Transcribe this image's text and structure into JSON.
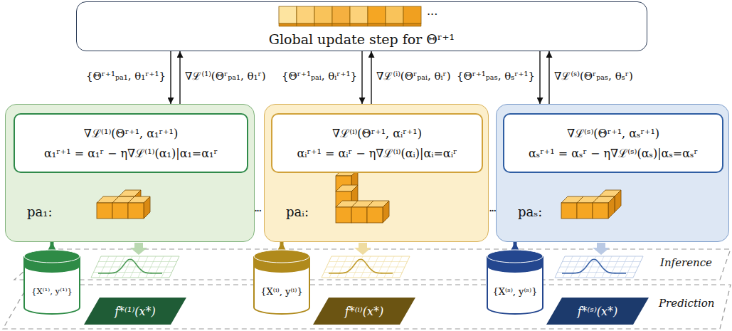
{
  "diagram": {
    "nodes": [
      {
        "text": [
          "Global update step for Θʳ⁺¹"
        ]
      },
      {
        "text": [
          "pa₁:"
        ]
      },
      {
        "text": [
          "∇ℒ⁽¹⁾(Θʳ⁺¹, α₁ʳ⁺¹)",
          "α₁ʳ⁺¹ = α₁ʳ − η∇ℒ⁽¹⁾(α₁)|α₁=α₁ʳ"
        ],
        "in": 1
      },
      {
        "text": [
          "paᵢ:"
        ]
      },
      {
        "text": [
          "∇ℒ⁽ⁱ⁾(Θʳ⁺¹, αᵢʳ⁺¹)",
          "αᵢʳ⁺¹ = αᵢʳ − η∇ℒ⁽ⁱ⁾(αᵢ)|αᵢ=αᵢʳ"
        ],
        "in": 3
      },
      {
        "text": [
          "paₛ:"
        ]
      },
      {
        "text": [
          "∇ℒ⁽ˢ⁾(Θʳ⁺¹, αₛʳ⁺¹)",
          "αₛʳ⁺¹ = αₛʳ − η∇ℒ⁽ˢ⁾(αₛ)|αₛ=αₛʳ"
        ],
        "in": 5
      },
      {
        "text": [
          "{X⁽¹⁾, y⁽¹⁾}"
        ]
      },
      {
        "text": [
          "{X⁽ⁱ⁾, y⁽ⁱ⁾}"
        ]
      },
      {
        "text": [
          "{X⁽ˢ⁾, y⁽ˢ⁾}"
        ]
      },
      {
        "text": [
          "f*⁽¹⁾(x*)"
        ]
      },
      {
        "text": [
          "f*⁽ⁱ⁾(x*)"
        ]
      },
      {
        "text": [
          "f*⁽ˢ⁾(x*)"
        ]
      }
    ],
    "edges": [
      {
        "from": 1,
        "to": 0,
        "arrow": "to",
        "label": "∇ℒ⁽¹⁾(Θʳₚₐ₁, θ₁ʳ)"
      },
      {
        "from": 0,
        "to": 1,
        "arrow": "to",
        "label": "{Θʳ⁺¹ₚₐ₁, θ₁ʳ⁺¹}"
      },
      {
        "from": 7,
        "to": 1,
        "arrow": "to"
      },
      {
        "from": 3,
        "to": 0,
        "arrow": "to",
        "label": "∇ℒ⁽ⁱ⁾(Θʳₚₐᵢ, θᵢʳ)"
      },
      {
        "from": 0,
        "to": 3,
        "arrow": "to",
        "label": "{Θʳ⁺¹ₚₐᵢ, θᵢʳ⁺¹}"
      },
      {
        "from": 8,
        "to": 3,
        "arrow": "to"
      },
      {
        "from": 5,
        "to": 0,
        "arrow": "to",
        "label": "∇ℒ⁽ˢ⁾(Θʳₚₐₛ, θₛʳ)"
      },
      {
        "from": 0,
        "to": 5,
        "arrow": "to",
        "label": "{Θʳ⁺¹ₚₐₛ, θₛʳ⁺¹}"
      },
      {
        "from": 9,
        "to": 5,
        "arrow": "to"
      }
    ],
    "labels": [
      "...",
      "...",
      "...",
      "Inference",
      "Prediction"
    ]
  }
}
